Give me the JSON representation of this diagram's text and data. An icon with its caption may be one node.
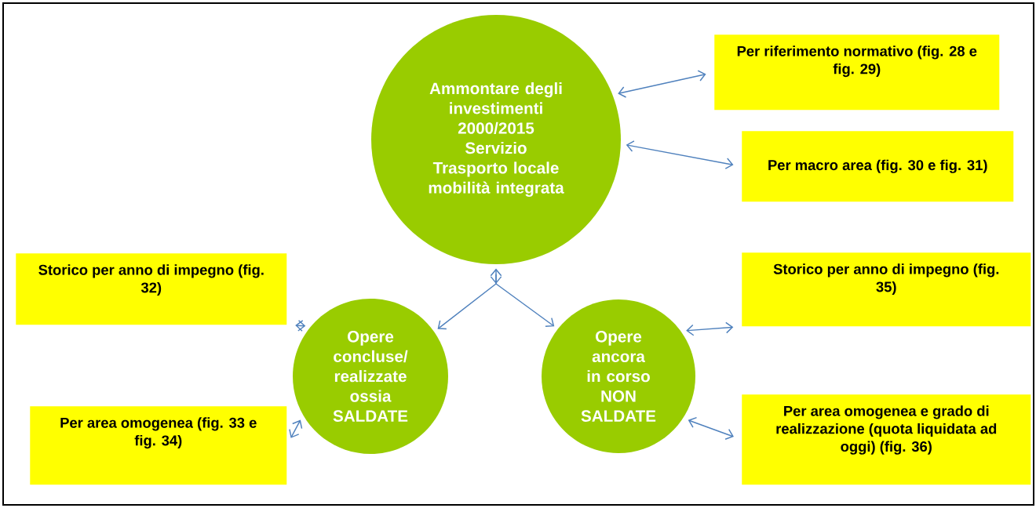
{
  "diagram": {
    "nodes": [
      {
        "text": [
          "Ammontare degli investimenti 2000/2015 Servizio Trasporto locale mobilità integrata"
        ]
      },
      {
        "text": [
          "Per riferimento normativo  (fig. 28 e fig. 29)"
        ]
      },
      {
        "text": [
          "Per macro area (fig. 30 e fig. 31)"
        ]
      },
      {
        "text": [
          "Storico per anno di impegno (fig. 32)"
        ]
      },
      {
        "text": [
          "Per area omogenea (fig. 33 e fig. 34)"
        ]
      },
      {
        "text": [
          "Opere concluse/ realizzate ossia SALDATE"
        ]
      },
      {
        "text": [
          "Opere ancora in corso NON SALDATE"
        ]
      },
      {
        "text": [
          "Storico per anno di impegno (fig. 35)"
        ]
      },
      {
        "text": [
          "Per area omogenea e grado di realizzazione (quota liquidata ad oggi) (fig. 36)"
        ]
      }
    ],
    "edges": [
      {
        "from": 0,
        "to": 1,
        "arrow": "both"
      },
      {
        "from": 0,
        "to": 2,
        "arrow": "both"
      },
      {
        "from": 0,
        "to": 5,
        "arrow": "both"
      },
      {
        "from": 0,
        "to": 6,
        "arrow": "both"
      },
      {
        "from": 5,
        "to": 3,
        "arrow": "both"
      },
      {
        "from": 5,
        "to": 4,
        "arrow": "both"
      },
      {
        "from": 6,
        "to": 7,
        "arrow": "both"
      },
      {
        "from": 6,
        "to": 8,
        "arrow": "both"
      }
    ]
  }
}
